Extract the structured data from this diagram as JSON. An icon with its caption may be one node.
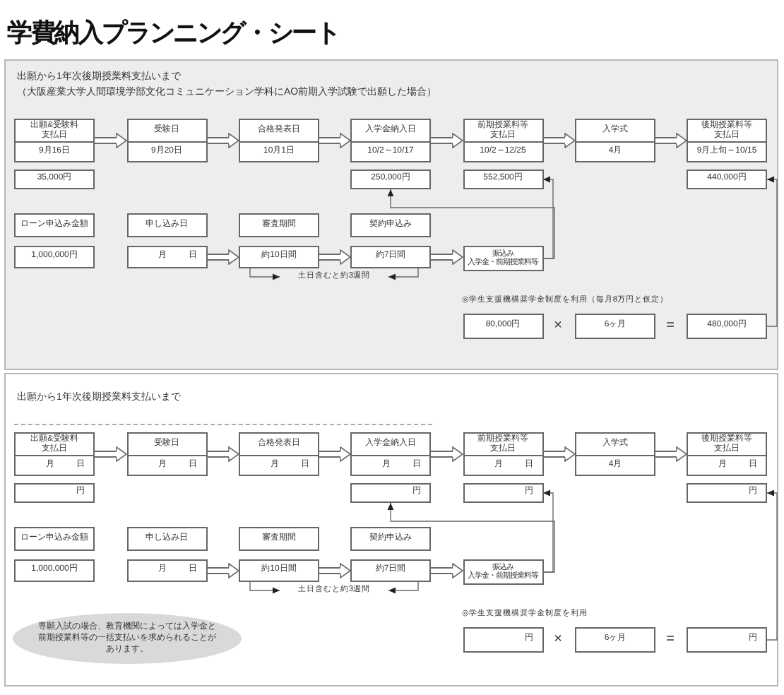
{
  "diagram": {
    "title": "学費納入プランニング・シート",
    "nodes": [
      {
        "text": [
          "出願から1年次後期授業料支払いまで",
          "（大阪産業大学人間環境学部文化コミュニケーション学科にAO前期入学試験で出願した場合）"
        ]
      },
      {
        "text": [
          "出願&受験料支払日",
          "9月16日"
        ],
        "in": 0
      },
      {
        "text": [
          "受験日",
          "9月20日"
        ],
        "in": 0
      },
      {
        "text": [
          "合格発表日",
          "10月1日"
        ],
        "in": 0
      },
      {
        "text": [
          "入学金納入日",
          "10/2～10/17"
        ],
        "in": 0
      },
      {
        "text": [
          "前期授業料等支払日",
          "10/2～12/25"
        ],
        "in": 0
      },
      {
        "text": [
          "入学式",
          "4月"
        ],
        "in": 0
      },
      {
        "text": [
          "後期授業料等支払日",
          "9月上旬～10/15"
        ],
        "in": 0
      },
      {
        "text": [
          "35,000円"
        ],
        "in": 0
      },
      {
        "text": [
          "250,000円"
        ],
        "in": 0
      },
      {
        "text": [
          "552,500円"
        ],
        "in": 0
      },
      {
        "text": [
          "440,000円"
        ],
        "in": 0
      },
      {
        "text": [
          "ローン申込み金額"
        ],
        "in": 0
      },
      {
        "text": [
          "申し込み日"
        ],
        "in": 0
      },
      {
        "text": [
          "審査期間"
        ],
        "in": 0
      },
      {
        "text": [
          "契約申込み"
        ],
        "in": 0
      },
      {
        "text": [
          "1,000,000円"
        ],
        "in": 0
      },
      {
        "text": [
          "月 日"
        ],
        "in": 0
      },
      {
        "text": [
          "約10日間"
        ],
        "in": 0
      },
      {
        "text": [
          "約7日間"
        ],
        "in": 0
      },
      {
        "text": [
          "振込み",
          "入学金・前期授業料等"
        ],
        "in": 0
      },
      {
        "text": [
          "80,000円"
        ],
        "in": 0
      },
      {
        "text": [
          "6ヶ月"
        ],
        "in": 0
      },
      {
        "text": [
          "480,000円"
        ],
        "in": 0
      },
      {
        "text": [
          "出願から1年次後期授業料支払いまで"
        ]
      },
      {
        "text": [
          "出願&受験料支払日",
          "月 日"
        ],
        "in": 24
      },
      {
        "text": [
          "受験日",
          "月 日"
        ],
        "in": 24
      },
      {
        "text": [
          "合格発表日",
          "月 日"
        ],
        "in": 24
      },
      {
        "text": [
          "入学金納入日",
          "月 日"
        ],
        "in": 24
      },
      {
        "text": [
          "前期授業料等支払日",
          "月 日"
        ],
        "in": 24
      },
      {
        "text": [
          "入学式",
          "4月"
        ],
        "in": 24
      },
      {
        "text": [
          "後期授業料等支払日",
          "月 日"
        ],
        "in": 24
      },
      {
        "text": [
          "円"
        ],
        "in": 24
      },
      {
        "text": [
          "円"
        ],
        "in": 24
      },
      {
        "text": [
          "円"
        ],
        "in": 24
      },
      {
        "text": [
          "円"
        ],
        "in": 24
      },
      {
        "text": [
          "ローン申込み金額"
        ],
        "in": 24
      },
      {
        "text": [
          "申し込み日"
        ],
        "in": 24
      },
      {
        "text": [
          "審査期間"
        ],
        "in": 24
      },
      {
        "text": [
          "契約申込み"
        ],
        "in": 24
      },
      {
        "text": [
          "1,000,000円"
        ],
        "in": 24
      },
      {
        "text": [
          "月 日"
        ],
        "in": 24
      },
      {
        "text": [
          "約10日間"
        ],
        "in": 24
      },
      {
        "text": [
          "約7日間"
        ],
        "in": 24
      },
      {
        "text": [
          "振込み",
          "入学金・前期授業料等"
        ],
        "in": 24
      },
      {
        "text": [
          "専願入試の場合、教育機関によっては入学金と前期授業料等の一括支払いを求められることがあります。"
        ],
        "in": 24
      },
      {
        "text": [
          "円"
        ],
        "in": 24
      },
      {
        "text": [
          "6ヶ月"
        ],
        "in": 24
      },
      {
        "text": [
          "円"
        ],
        "in": 24
      }
    ],
    "edges": [
      {
        "from": 1,
        "to": 2,
        "arrow": "to",
        "style": "thick"
      },
      {
        "from": 2,
        "to": 3,
        "arrow": "to",
        "style": "thick"
      },
      {
        "from": 3,
        "to": 4,
        "arrow": "to",
        "style": "thick"
      },
      {
        "from": 4,
        "to": 5,
        "arrow": "to",
        "style": "thick"
      },
      {
        "from": 5,
        "to": 6,
        "arrow": "to",
        "style": "thick"
      },
      {
        "from": 6,
        "to": 7,
        "arrow": "to",
        "style": "thick"
      },
      {
        "from": 17,
        "to": 18,
        "arrow": "to",
        "style": "thick"
      },
      {
        "from": 18,
        "to": 19,
        "arrow": "to",
        "style": "thick"
      },
      {
        "from": 19,
        "to": 20,
        "arrow": "to",
        "style": "thick"
      },
      {
        "from": 20,
        "to": 9,
        "arrow": "to"
      },
      {
        "from": 20,
        "to": 10,
        "arrow": "to"
      },
      {
        "from": 23,
        "to": 11,
        "arrow": "to"
      },
      {
        "from": 25,
        "to": 26,
        "arrow": "to",
        "style": "thick"
      },
      {
        "from": 26,
        "to": 27,
        "arrow": "to",
        "style": "thick"
      },
      {
        "from": 27,
        "to": 28,
        "arrow": "to",
        "style": "thick"
      },
      {
        "from": 28,
        "to": 29,
        "arrow": "to",
        "style": "thick"
      },
      {
        "from": 29,
        "to": 30,
        "arrow": "to",
        "style": "thick"
      },
      {
        "from": 30,
        "to": 31,
        "arrow": "to",
        "style": "thick"
      },
      {
        "from": 41,
        "to": 42,
        "arrow": "to",
        "style": "thick"
      },
      {
        "from": 42,
        "to": 43,
        "arrow": "to",
        "style": "thick"
      },
      {
        "from": 43,
        "to": 44,
        "arrow": "to",
        "style": "thick"
      },
      {
        "from": 44,
        "to": 33,
        "arrow": "to"
      },
      {
        "from": 44,
        "to": 34,
        "arrow": "to"
      },
      {
        "from": 48,
        "to": 35,
        "arrow": "to"
      }
    ],
    "labels": [
      "土日含むと約3週間",
      "◎学生支援機構奨学金制度を利用（毎月8万円と仮定）",
      "×",
      "=",
      "土日含むと約3週間",
      "◎学生支援機構奨学金制度を利用",
      "×",
      "="
    ]
  }
}
